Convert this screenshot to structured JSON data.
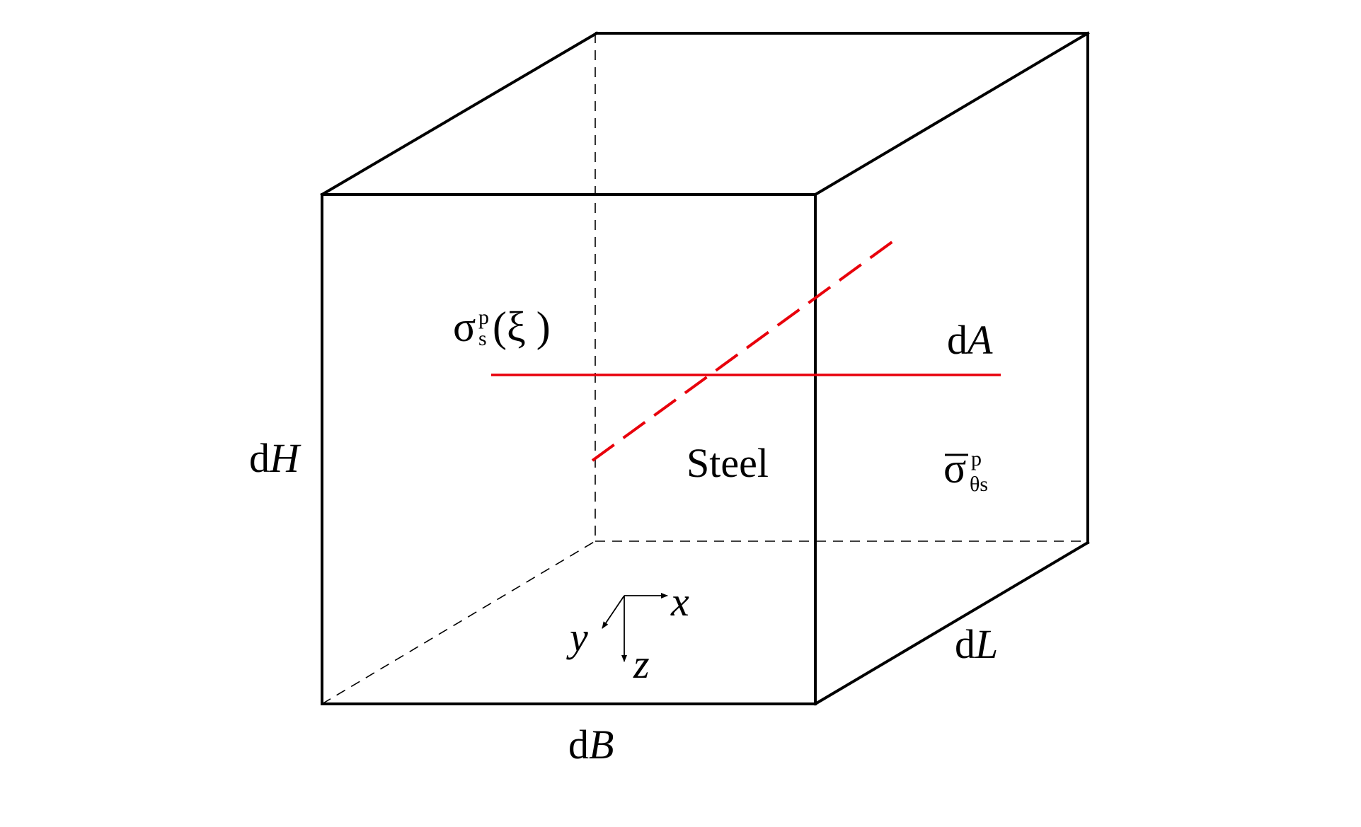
{
  "labels": {
    "height": {
      "prefix": "d",
      "var": "H"
    },
    "breadth": {
      "prefix": "d",
      "var": "B"
    },
    "length": {
      "prefix": "d",
      "var": "L"
    },
    "area": {
      "prefix": "d",
      "var": "A"
    },
    "material": "Steel",
    "local_stress": {
      "symbol": "σ",
      "sup": "p",
      "sub": "s",
      "arg": "(ξ )"
    },
    "mean_stress": {
      "symbol": "σ",
      "sup": "p",
      "sub": "θs"
    },
    "axis_x": "x",
    "axis_y": "y",
    "axis_z": "z"
  },
  "colors": {
    "edges": "#000000",
    "fiber": "#e8000b",
    "background": "#ffffff"
  }
}
